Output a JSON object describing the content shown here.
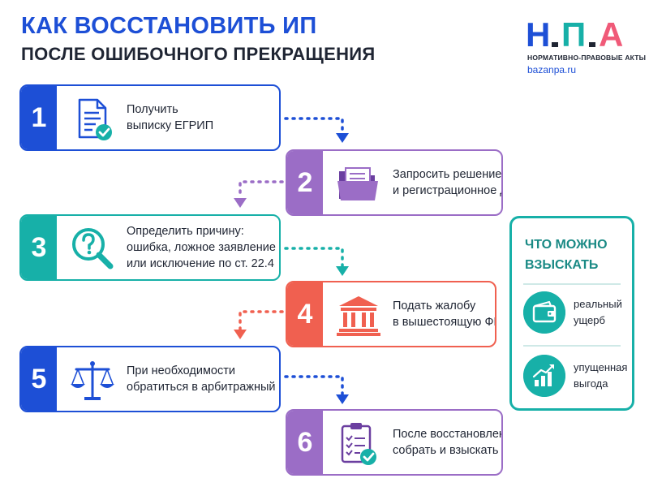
{
  "title": {
    "line1": "КАК ВОССТАНОВИТЬ ИП",
    "line2": "ПОСЛЕ ОШИБОЧНОГО ПРЕКРАЩЕНИЯ"
  },
  "logo": {
    "mark": "Н.П.А",
    "subtitle": "НОРМАТИВНО-ПРАВОВЫЕ АКТЫ",
    "url": "bazanpa.ru",
    "colors": {
      "n": "#1d4fd6",
      "p": "#17b0a8",
      "a": "#f05a78"
    }
  },
  "colors": {
    "blue": "#1d4fd6",
    "purple": "#9b6dc6",
    "teal": "#17b0a8",
    "red": "#f06050"
  },
  "steps": [
    {
      "number": "1",
      "lines": [
        "Получить",
        "выписку ЕГРИП"
      ],
      "icon": "document-check-icon",
      "color": "blue"
    },
    {
      "number": "2",
      "lines": [
        "Запросить решение",
        "и регистрационное дело"
      ],
      "icon": "folder-icon",
      "color": "purple"
    },
    {
      "number": "3",
      "lines": [
        "Определить причину:",
        "ошибка, ложное заявление",
        "или исключение по ст. 22.4"
      ],
      "icon": "question-magnifier-icon",
      "color": "teal"
    },
    {
      "number": "4",
      "lines": [
        "Подать жалобу",
        "в вышестоящую ФНС"
      ],
      "icon": "government-building-icon",
      "color": "red"
    },
    {
      "number": "5",
      "lines": [
        "При необходимости",
        "обратиться в арбитражный суд"
      ],
      "icon": "scales-icon",
      "color": "blue"
    },
    {
      "number": "6",
      "lines": [
        "После восстановления –",
        "собрать и взыскать убытки"
      ],
      "icon": "clipboard-check-icon",
      "color": "purple"
    }
  ],
  "side": {
    "title_lines": [
      "ЧТО МОЖНО",
      "ВЗЫСКАТЬ"
    ],
    "items": [
      {
        "lines": [
          "реальный",
          "ущерб"
        ],
        "icon": "wallet-icon"
      },
      {
        "lines": [
          "упущенная",
          "выгода"
        ],
        "icon": "growth-chart-icon"
      }
    ]
  }
}
